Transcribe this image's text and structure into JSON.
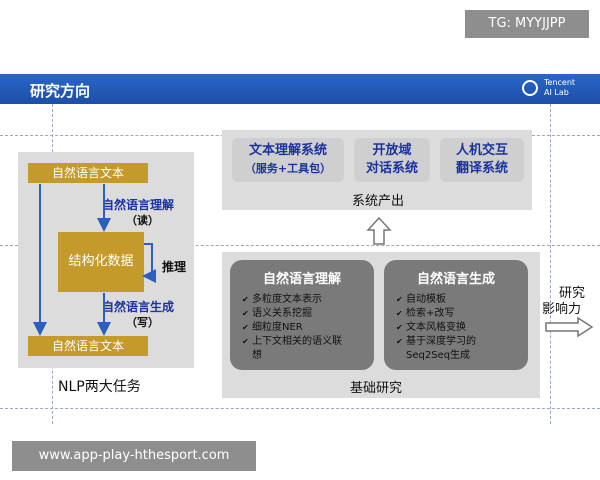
{
  "watermark_top": "TG: MYYJJPP",
  "watermark_bottom": "www.app-play-hthesport.com",
  "header": {
    "title": "研究方向",
    "logo_line1": "Tencent",
    "logo_line2": "AI Lab"
  },
  "left": {
    "top_box": "自然语言文本",
    "understand": "自然语言理解",
    "read": "（读）",
    "center_box": "结构化数据",
    "reasoning": "推理",
    "generate": "自然语言生成",
    "write": "（写）",
    "bottom_box": "自然语言文本",
    "caption": "NLP两大任务"
  },
  "systems": {
    "card1_line1": "文本理解系统",
    "card1_line2": "（服务+工具包）",
    "card2_line1": "开放域",
    "card2_line2": "对话系统",
    "card3_line1": "人机交互",
    "card3_line2": "翻译系统",
    "caption": "系统产出"
  },
  "basic": {
    "card1_title": "自然语言理解",
    "card1_items": [
      "多粒度文本表示",
      "语义关系挖掘",
      "细粒度NER",
      "上下文相关的语义联",
      "想"
    ],
    "card2_title": "自然语言生成",
    "card2_items": [
      "自动模板",
      "检索+改写",
      "文本风格变换",
      "基于深度学习的",
      "Seq2Seq生成"
    ],
    "caption": "基础研究"
  },
  "impact": {
    "line1": "研究",
    "line2": "影响力"
  }
}
